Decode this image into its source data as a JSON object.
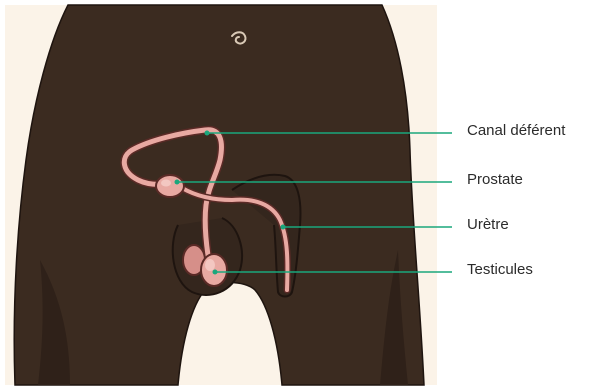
{
  "labels": [
    {
      "text": "Canal déférent"
    },
    {
      "text": "Prostate"
    },
    {
      "text": "Urètre"
    },
    {
      "text": "Testicules"
    }
  ],
  "colors": {
    "background_panel": "#fbf3e8",
    "skin": "#3b2b20",
    "skin_shadow": "#2f2119",
    "organ": "#e8a9a2",
    "organ_outline": "#5a2a26",
    "leader_line": "#1aa77c",
    "label_text": "#2b2b2b"
  }
}
